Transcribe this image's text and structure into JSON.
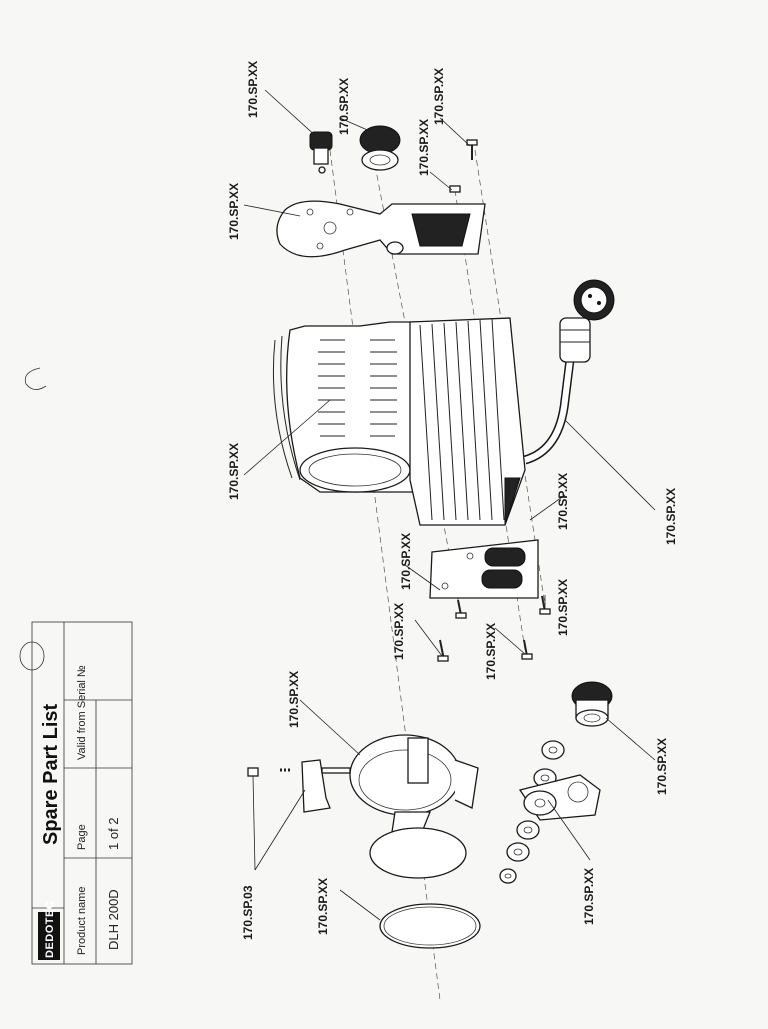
{
  "header": {
    "brand": "DEDOTEC",
    "title": "Spare Part List",
    "product_name_label": "Product name",
    "product_name": "DLH 200D",
    "page_label": "Page",
    "page_value": "1 of 2",
    "serial_label": "Valid from Serial №",
    "serial_value": ""
  },
  "callouts": {
    "knob_small": "170.SP.XX",
    "knob_large": "170.SP.XX",
    "screw_top_a": "170.SP.XX",
    "screw_top_b": "170.SP.XX",
    "yoke_plate": "170.SP.XX",
    "housing": "170.SP.XX",
    "cable": "170.SP.XX",
    "filter_plate": "170.SP.XX",
    "screw_plate_a": "170.SP.XX",
    "screw_plate_b": "170.SP.XX",
    "screw_plate_c": "170.SP.XX",
    "screw_plate_d": "170.SP.XX",
    "front_ring": "170.SP.XX",
    "knob_front": "170.SP.XX",
    "washers": "170.SP.XX",
    "lens_ring": "170.SP.XX",
    "latch_screw": "170.SP.03"
  }
}
